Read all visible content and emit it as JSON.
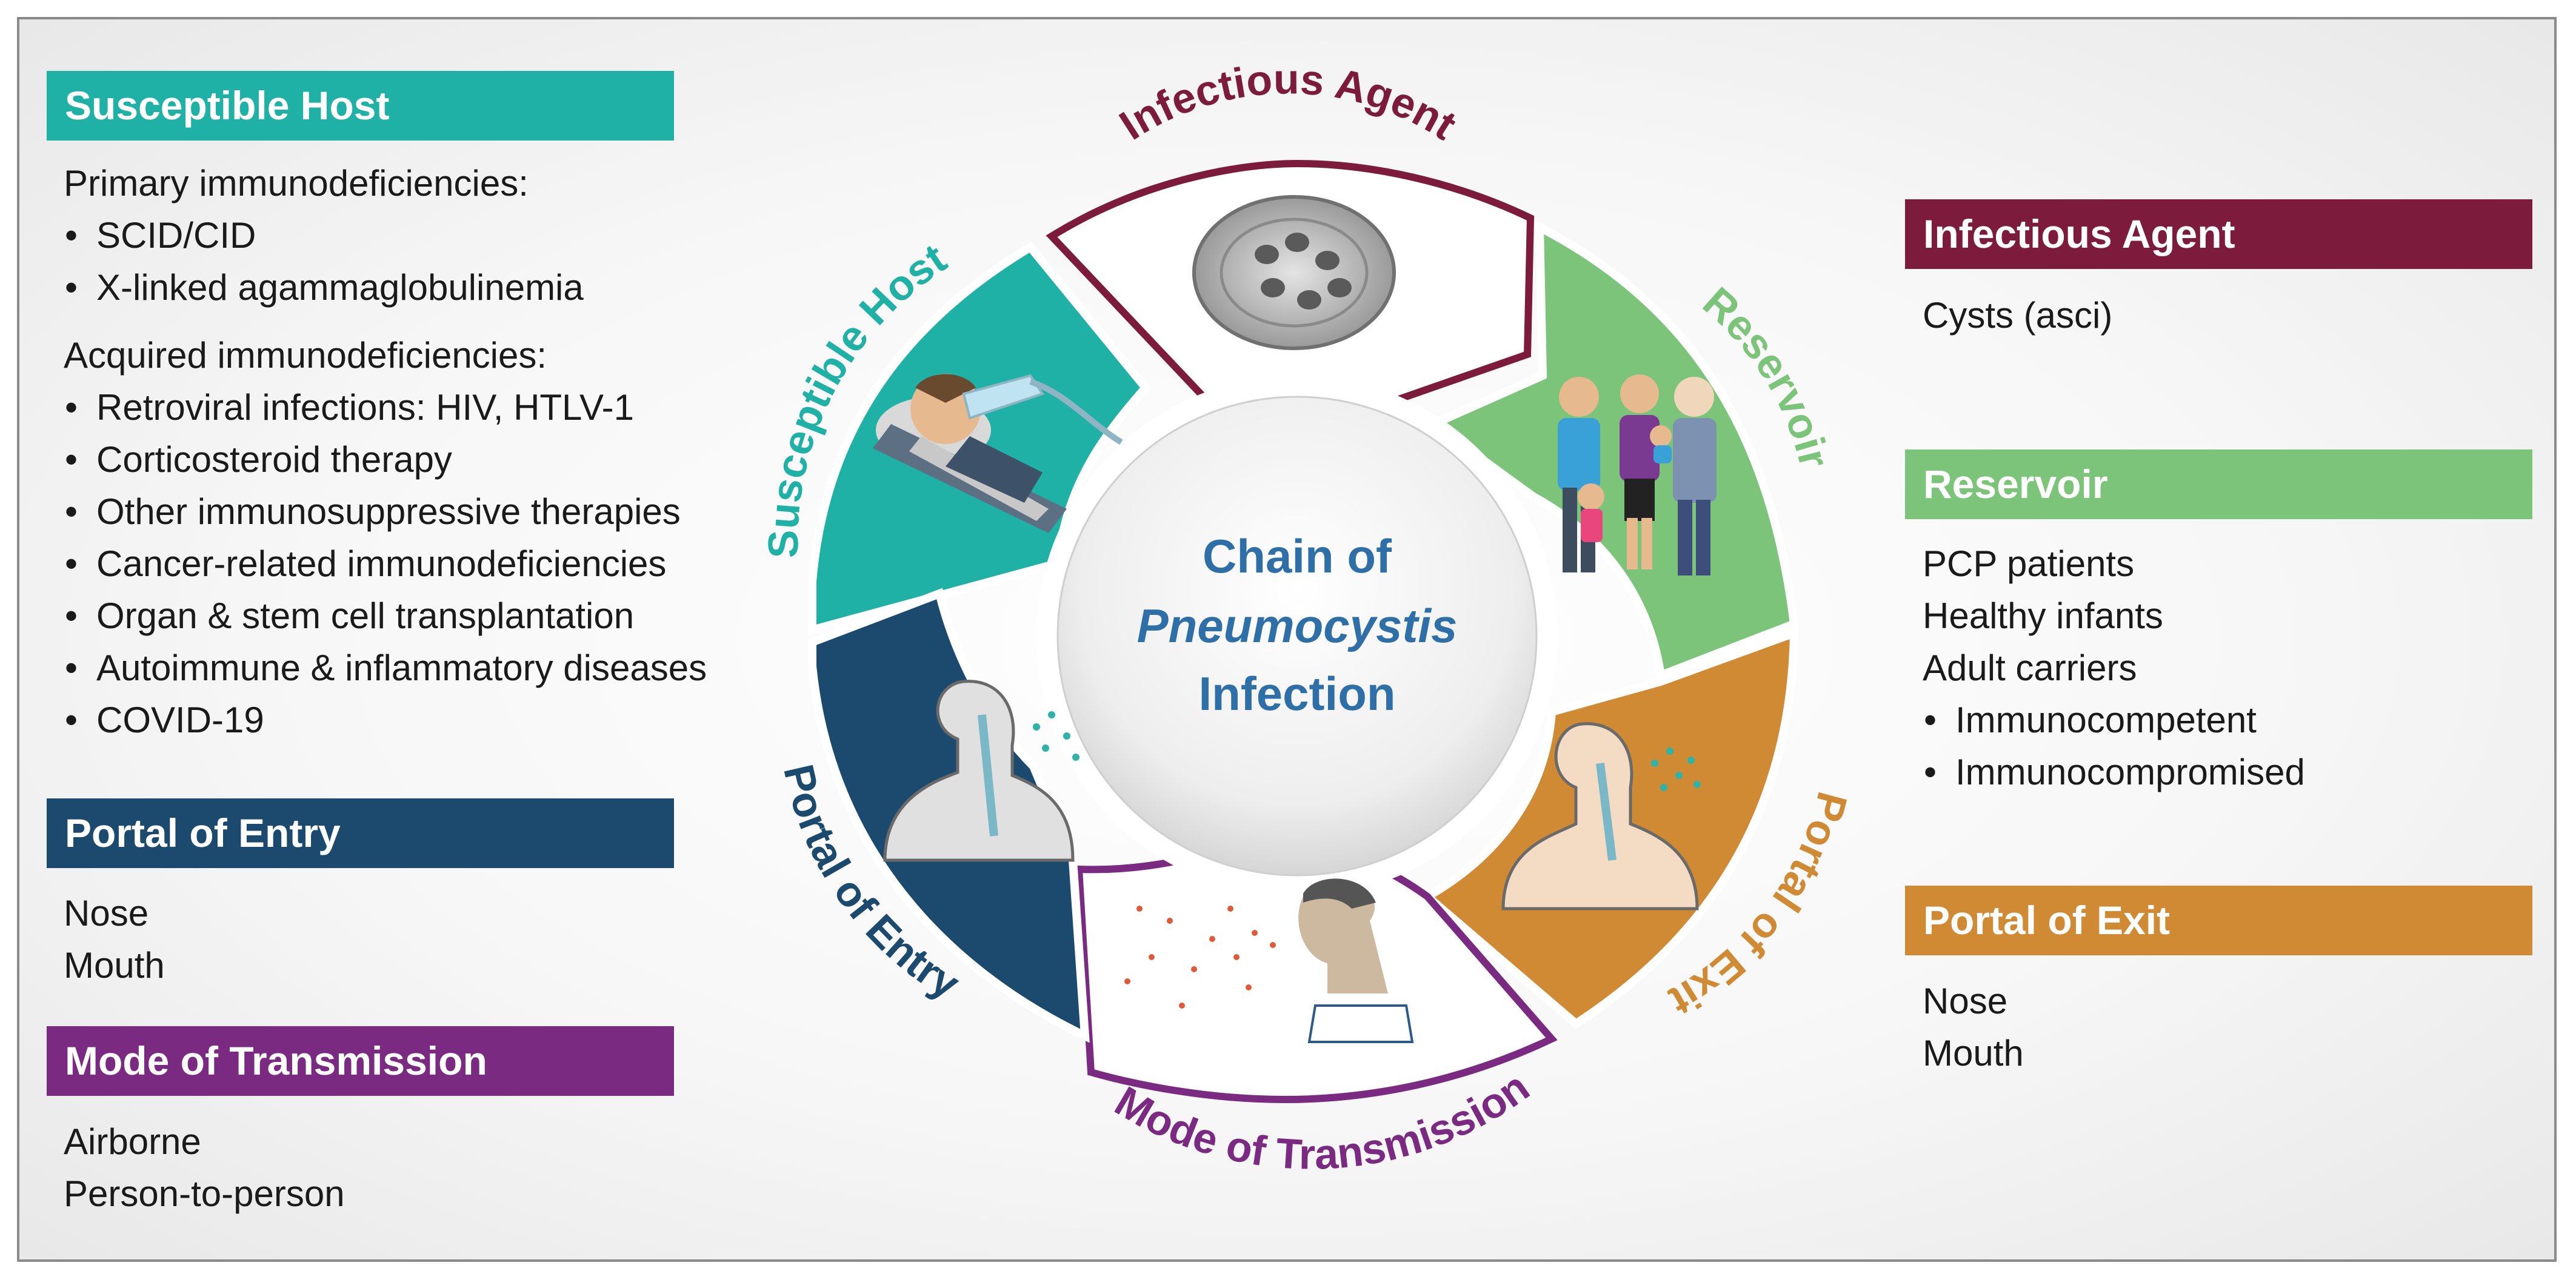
{
  "colors": {
    "teal": "#20b1a6",
    "wine": "#7c1b3b",
    "green": "#7bc47a",
    "dark_blue": "#1c4a6e",
    "purple": "#7b2a82",
    "orange": "#d08a33",
    "center_text": "#2e6fa8"
  },
  "center": {
    "line1": "Chain of",
    "line2": "Pneumocystis",
    "line3": "Infection"
  },
  "ring_labels": {
    "infectious_agent": "Infectious Agent",
    "reservoir": "Reservoir",
    "portal_of_exit": "Portal of Exit",
    "mode_of_transmission": "Mode of Transmission",
    "portal_of_entry": "Portal of Entry",
    "susceptible_host": "Susceptible Host"
  },
  "left": {
    "susceptible_host": {
      "title": "Susceptible Host",
      "primary_heading": "Primary immunodeficiencies:",
      "primary_items": [
        "SCID/CID",
        "X-linked agammaglobulinemia"
      ],
      "acquired_heading": "Acquired immunodeficiencies:",
      "acquired_items": [
        "Retroviral infections: HIV, HTLV-1",
        "Corticosteroid therapy",
        "Other immunosuppressive therapies",
        "Cancer-related immunodeficiencies",
        "Organ & stem cell transplantation",
        "Autoimmune & inflammatory diseases",
        "COVID-19"
      ]
    },
    "portal_of_entry": {
      "title": "Portal of Entry",
      "items": [
        "Nose",
        "Mouth"
      ]
    },
    "mode_of_transmission": {
      "title": "Mode of Transmission",
      "items": [
        "Airborne",
        "Person-to-person"
      ]
    }
  },
  "right": {
    "infectious_agent": {
      "title": "Infectious Agent",
      "items": [
        "Cysts (asci)"
      ]
    },
    "reservoir": {
      "title": "Reservoir",
      "items": [
        "PCP patients",
        "Healthy infants",
        "Adult carriers"
      ],
      "sub_items": [
        "Immunocompetent",
        "Immunocompromised"
      ]
    },
    "portal_of_exit": {
      "title": "Portal of Exit",
      "items": [
        "Nose",
        "Mouth"
      ]
    }
  }
}
